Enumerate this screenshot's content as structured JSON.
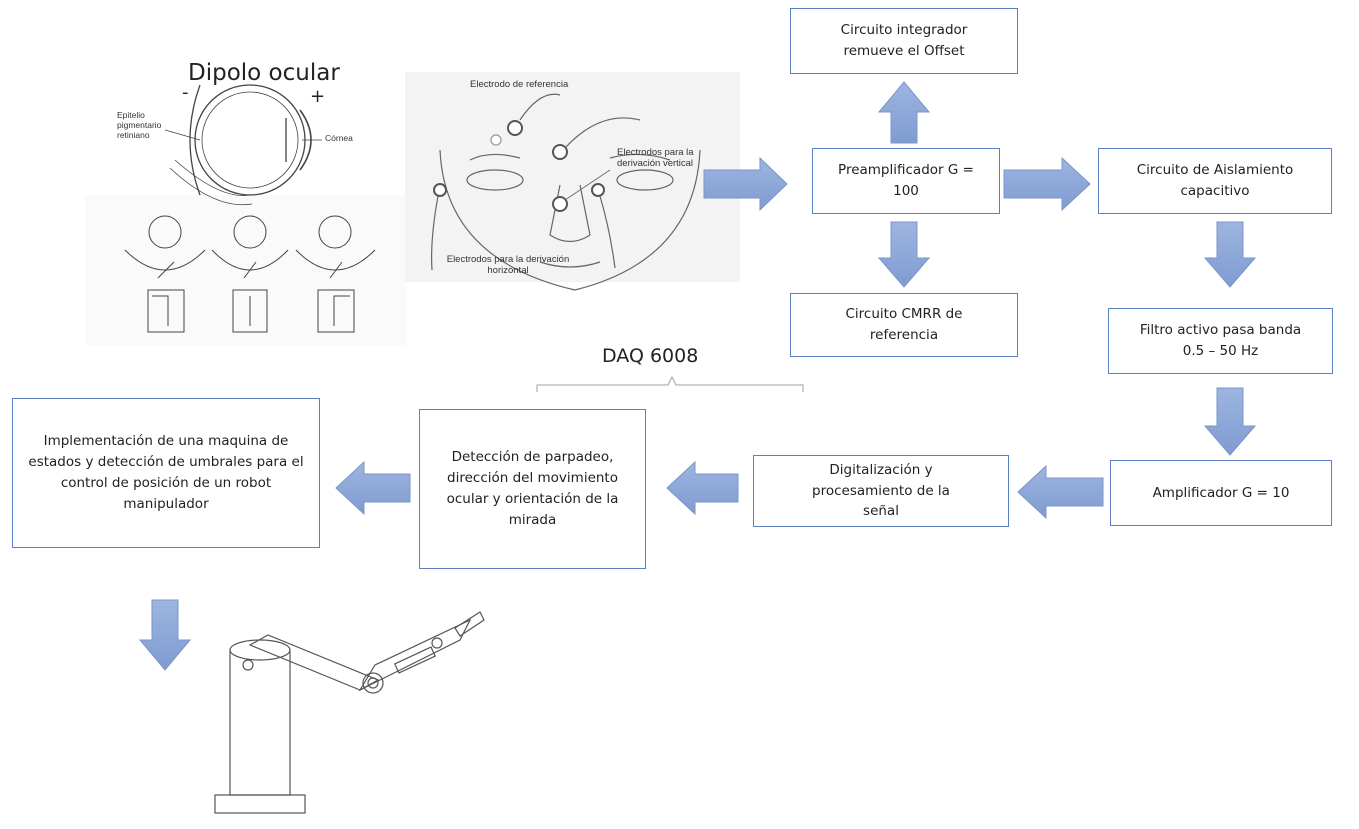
{
  "eye_figure": {
    "title": "Dipolo ocular",
    "minus": "-",
    "plus": "+",
    "label_epithelium": "Epitelio pigmentario retiniano",
    "label_cornea": "Córnea"
  },
  "face_figure": {
    "label_reference": "Electrodo de referencia",
    "label_vertical": "Electrodos para la derivación vertical",
    "label_horizontal": "Electrodos para la derivación horizontal"
  },
  "blocks": {
    "integrator": "Circuito integrador remueve el Offset",
    "preamp": "Preamplificador G = 100",
    "isolation": "Circuito de Aislamiento capacitivo",
    "cmrr": "Circuito CMRR de referencia",
    "bandpass": "Filtro activo pasa banda 0.5 – 50 Hz",
    "amplifier": "Amplificador G = 10",
    "digitization": "Digitalización y procesamiento de la señal",
    "detection": "Detección de parpadeo, dirección del movimiento ocular y orientación de la mirada",
    "state_machine": "Implementación de una maquina de estados y detección de umbrales para el control de posición de un robot manipulador"
  },
  "daq_label": "DAQ 6008",
  "colors": {
    "arrow": "#8faadc",
    "arrow_edge": "#7a95c9",
    "box_border": "#5b7fbf"
  }
}
